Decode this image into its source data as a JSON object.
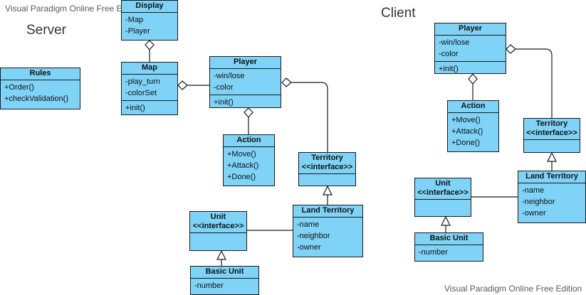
{
  "watermark_top": "Visual Paradigm Online Free Edition",
  "watermark_bottom": "Visual Paradigm Online Free Edition",
  "server_label": "Server",
  "client_label": "Client",
  "server": {
    "rules": {
      "name": "Rules",
      "ops": [
        "+Order()",
        "+checkValidation()"
      ]
    },
    "display": {
      "name": "Display",
      "attrs": [
        "-Map",
        "-Player"
      ]
    },
    "map": {
      "name": "Map",
      "attrs": [
        "-play_turn",
        "-colorSet"
      ],
      "ops": [
        "+init()"
      ]
    },
    "player": {
      "name": "Player",
      "attrs": [
        "-win/lose",
        "-color"
      ],
      "ops": [
        "+init()"
      ]
    },
    "action": {
      "name": "Action",
      "ops": [
        "+Move()",
        "+Attack()",
        "+Done()"
      ]
    },
    "territory": {
      "name": "Territory",
      "stereotype": "<<interface>>"
    },
    "land": {
      "name": "Land Territory",
      "attrs": [
        "-name",
        "-neighbor",
        "-owner"
      ]
    },
    "unit": {
      "name": "Unit",
      "stereotype": "<<interface>>"
    },
    "basic_unit": {
      "name": "Basic Unit",
      "attrs": [
        "-number"
      ]
    }
  },
  "client": {
    "player": {
      "name": "Player",
      "attrs": [
        "-win/lose",
        "-color"
      ],
      "ops": [
        "+init()"
      ]
    },
    "action": {
      "name": "Action",
      "ops": [
        "+Move()",
        "+Attack()",
        "+Done()"
      ]
    },
    "territory": {
      "name": "Territory",
      "stereotype": "<<interface>>"
    },
    "land": {
      "name": "Land Territory",
      "attrs": [
        "-name",
        "-neighbor",
        "-owner"
      ]
    },
    "unit": {
      "name": "Unit",
      "stereotype": "<<interface>>"
    },
    "basic_unit": {
      "name": "Basic Unit",
      "attrs": [
        "-number"
      ]
    }
  }
}
